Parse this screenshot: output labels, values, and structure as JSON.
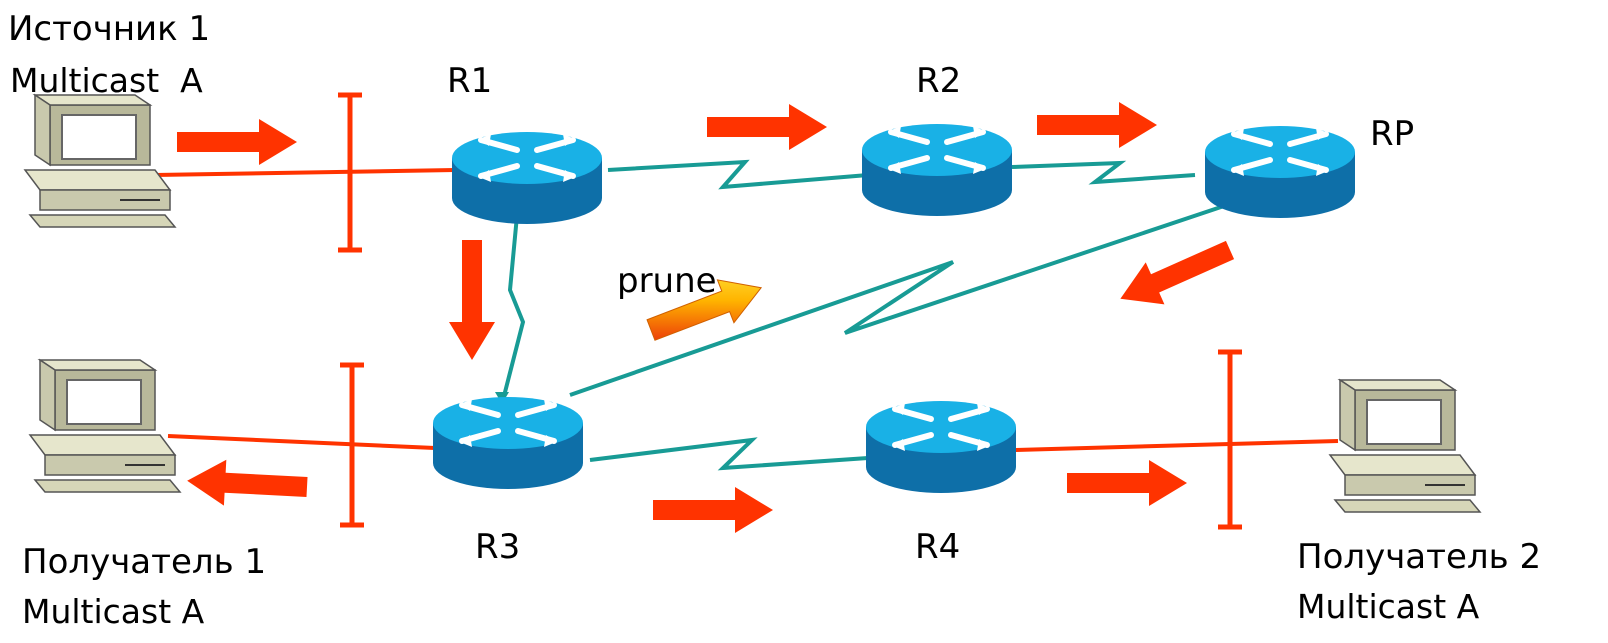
{
  "source": {
    "title": "Источник 1",
    "subtitle": "Multicast  A"
  },
  "receiver1": {
    "title": "Получатель 1",
    "subtitle": "Multicast A"
  },
  "receiver2": {
    "title": "Получатель 2",
    "subtitle": "Multicast A"
  },
  "routers": {
    "r1": "R1",
    "r2": "R2",
    "r3": "R3",
    "r4": "R4",
    "rp": "RP"
  },
  "prune_label": "prune",
  "colors": {
    "lan": "#ff3300",
    "wan": "#189b95",
    "flow_arrow": "#ff3300",
    "router_top": "#19b1e6",
    "router_side": "#0e6fa8",
    "pc_body": "#d6d6b8"
  }
}
